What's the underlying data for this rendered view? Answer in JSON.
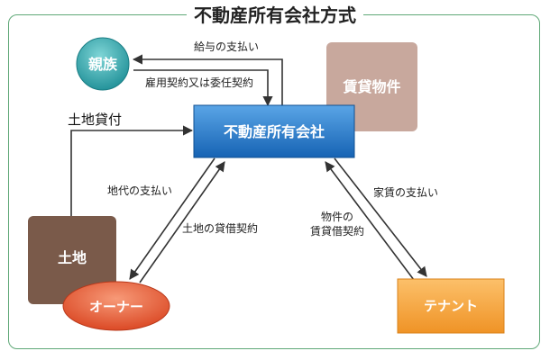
{
  "title": "不動産所有会社方式",
  "nodes": {
    "company": "不動産所有会社",
    "relative": "親族",
    "rental": "賃貸物件",
    "land": "土地",
    "owner": "オーナー",
    "tenant": "テナント"
  },
  "edges": {
    "salary": "給与の支払い",
    "employment": "雇用契約又は委任契約",
    "land_loan": "土地貸付",
    "ground_rent": "地代の支払い",
    "land_lease": "土地の貸借契約",
    "house_rent": "家賃の支払い",
    "property_lease_1": "物件の",
    "property_lease_2": "賃貸借契約"
  },
  "colors": {
    "frame": "#5fa877",
    "company": "#1f74c4",
    "relative": "#2aa7ac",
    "rental": "#c8a89d",
    "land": "#7a5a4a",
    "owner": "#e0563a",
    "tenant": "#f3a53c"
  }
}
